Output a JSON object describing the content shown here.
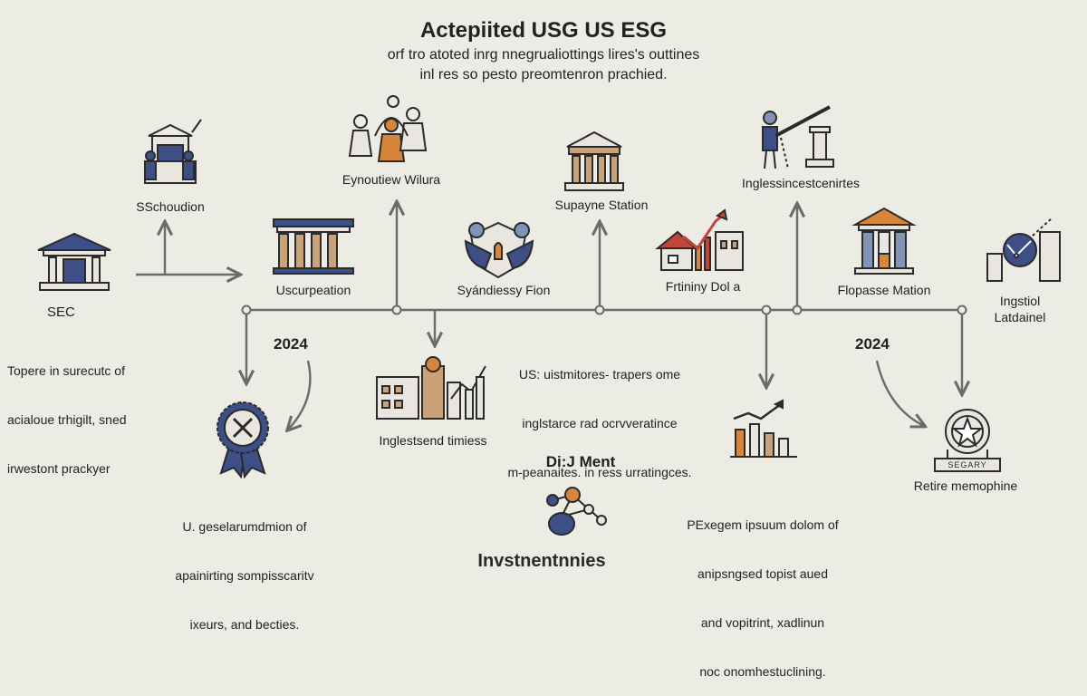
{
  "header": {
    "title": "Actepiited USG US ESG",
    "subtitle_line1": "orf tro atoted inrg nnegrualiottings lires's outtines",
    "subtitle_line2": "inl res so pesto preomtenron prachied."
  },
  "nodes": {
    "sec": "SEC",
    "sschoudion": "SSchoudion",
    "eynoutiew": "Eynoutiew Wilura",
    "usurpeation": "Uscurpeation",
    "syandiessy": "Syándiessy Fion",
    "supayne": "Supayne Station",
    "fritininy": "Frtininy Dol a",
    "inglessin": "Inglessincestcenirtes",
    "flopasse": "Flopasse Mation",
    "ingstiol_1": "Ingstiol",
    "ingstiol_2": "Latdainel",
    "inglestsend": "Inglestsend timiess",
    "dirj": "Di:J Ment",
    "investnent": "Invstnentnnies",
    "retire": "Retire memophine",
    "seal_text": "SEGARY"
  },
  "timeline": {
    "year_left": "2024",
    "year_right": "2024"
  },
  "paragraphs": {
    "left": {
      "l1": "Topere in surecutc of",
      "l2": "acialoue trhigilt, sned",
      "l3": "irwestont prackyer"
    },
    "center": {
      "l1": "US: uistmitores- trapers ome",
      "l2": "inglstarce rad ocrvveratince",
      "l3": "m-peanaites. in ress urratingces."
    },
    "bottom_left": {
      "l1": "U. geselarumdmion of",
      "l2": "apainirting sompisscaritv",
      "l3": "ixeurs, and becties."
    },
    "bottom_right": {
      "l1": "PExegem ipsuum dolom of",
      "l2": "anipsngsed topist aued",
      "l3": "and vopitrint, xadlinun",
      "l4": "noc onomhestuclining."
    }
  },
  "colors": {
    "background": "#ecebe4",
    "line": "#6b6b6b",
    "navy": "#3d4f86",
    "orange": "#d7853b",
    "red": "#c0463a",
    "ink": "#2b2b2b"
  },
  "icons": [
    "bank-building-icon",
    "podium-people-icon",
    "team-people-icon",
    "columns-building-icon",
    "handshake-shield-icon",
    "greek-temple-icon",
    "house-growth-chart-icon",
    "person-pointer-icon",
    "government-building-icon",
    "city-globe-icon",
    "award-badge-icon",
    "city-chart-icon",
    "network-nodes-icon",
    "bar-chart-icon",
    "seal-star-icon"
  ]
}
